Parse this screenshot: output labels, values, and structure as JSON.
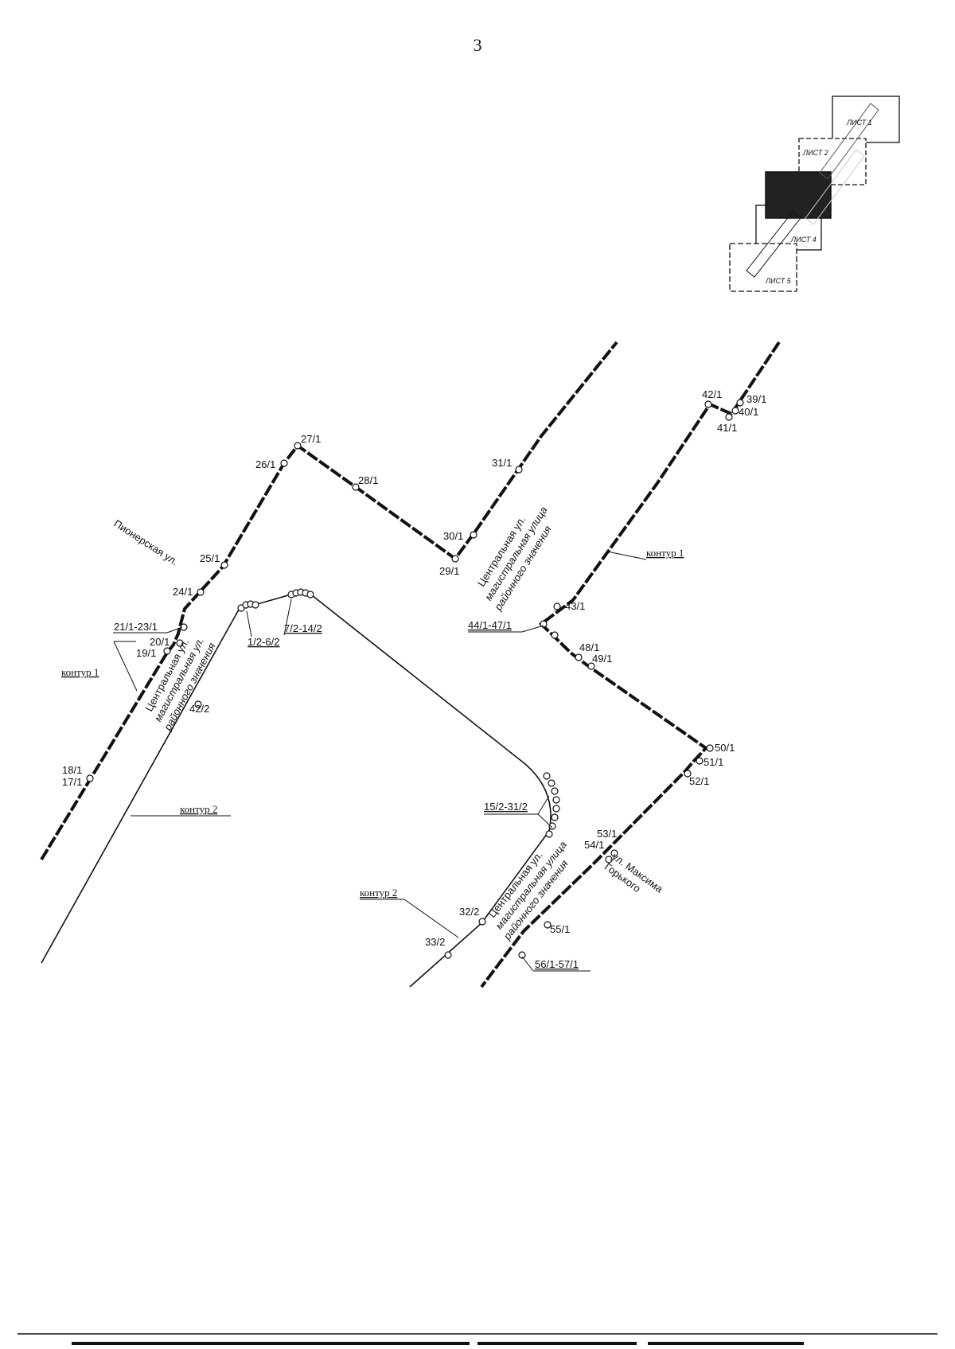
{
  "page_number": "3",
  "index_map": {
    "sheets": [
      "ЛИСТ 1",
      "ЛИСТ 2",
      "ЛИСТ 4",
      "ЛИСТ 5"
    ]
  },
  "streets": {
    "pionerskaya": "Пионерская ул.",
    "central_left": [
      "Центральная ул.",
      "магистральная ул.",
      "районного значения"
    ],
    "central_top": [
      "Центральная ул.",
      "магистральная улица",
      "районного значения"
    ],
    "central_bottom": [
      "Центральная ул.",
      "магистральная улица",
      "районного значения"
    ],
    "gorkogo": [
      "ул. Максима",
      "Горького"
    ]
  },
  "contours": {
    "k1": "контур 1",
    "k2": "контур 2"
  },
  "point_labels": {
    "p27_1": "27/1",
    "p26_1": "26/1",
    "p28_1": "28/1",
    "p31_1": "31/1",
    "p30_1": "30/1",
    "p29_1": "29/1",
    "p25_1": "25/1",
    "p24_1": "24/1",
    "p21_23": "21/1-23/1",
    "p20_1": "20/1",
    "p19_1": "19/1",
    "p18_1": "18/1",
    "p17_1": "17/1",
    "p42_2": "42/2",
    "p1_6_2": "1/2-6/2",
    "p7_14_2": "7/2-14/2",
    "p15_31_2": "15/2-31/2",
    "p32_2": "32/2",
    "p33_2": "33/2",
    "p42_1": "42/1",
    "p39_1": "39/1",
    "p40_1": "40/1",
    "p41_1": "41/1",
    "p43_1": "43/1",
    "p44_47": "44/1-47/1",
    "p48_1": "48/1",
    "p49_1": "49/1",
    "p50_1": "50/1",
    "p51_1": "51/1",
    "p52_1": "52/1",
    "p53_1": "53/1",
    "p54_1": "54/1",
    "p55_1": "55/1",
    "p56_57": "56/1-57/1"
  }
}
